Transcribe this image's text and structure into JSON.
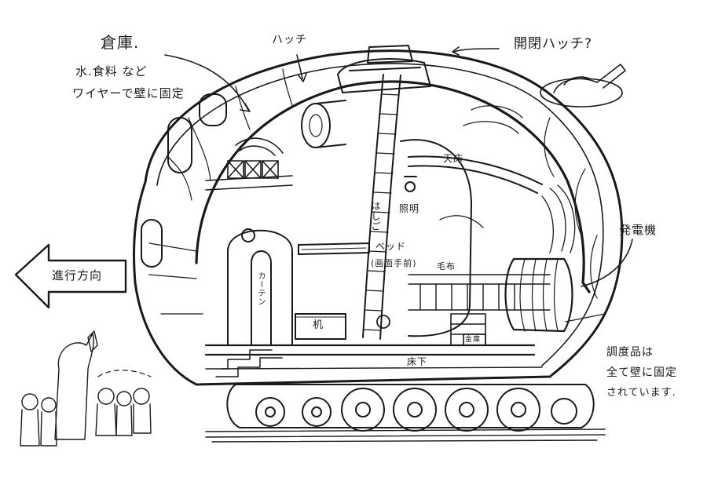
{
  "labels": {
    "storage_title": "倉庫.",
    "storage_line1": "水.食料 など",
    "storage_line2": "ワイヤーで壁に固定",
    "hatch": "ハッチ",
    "open_hatch": "開閉ハッチ?",
    "ceiling": "天床",
    "ladder": "はしご",
    "lighting": "照明",
    "bed": "ベッド",
    "bed_note": "(画面手前)",
    "blanket": "毛布",
    "generator": "発電機",
    "direction": "進行方向",
    "curtain": "カーテン",
    "desk": "机",
    "safe": "金庫",
    "underfloor": "床下",
    "furniture_line1": "調度品は",
    "furniture_line2": "全て壁に固定",
    "furniture_line3": "されています."
  }
}
